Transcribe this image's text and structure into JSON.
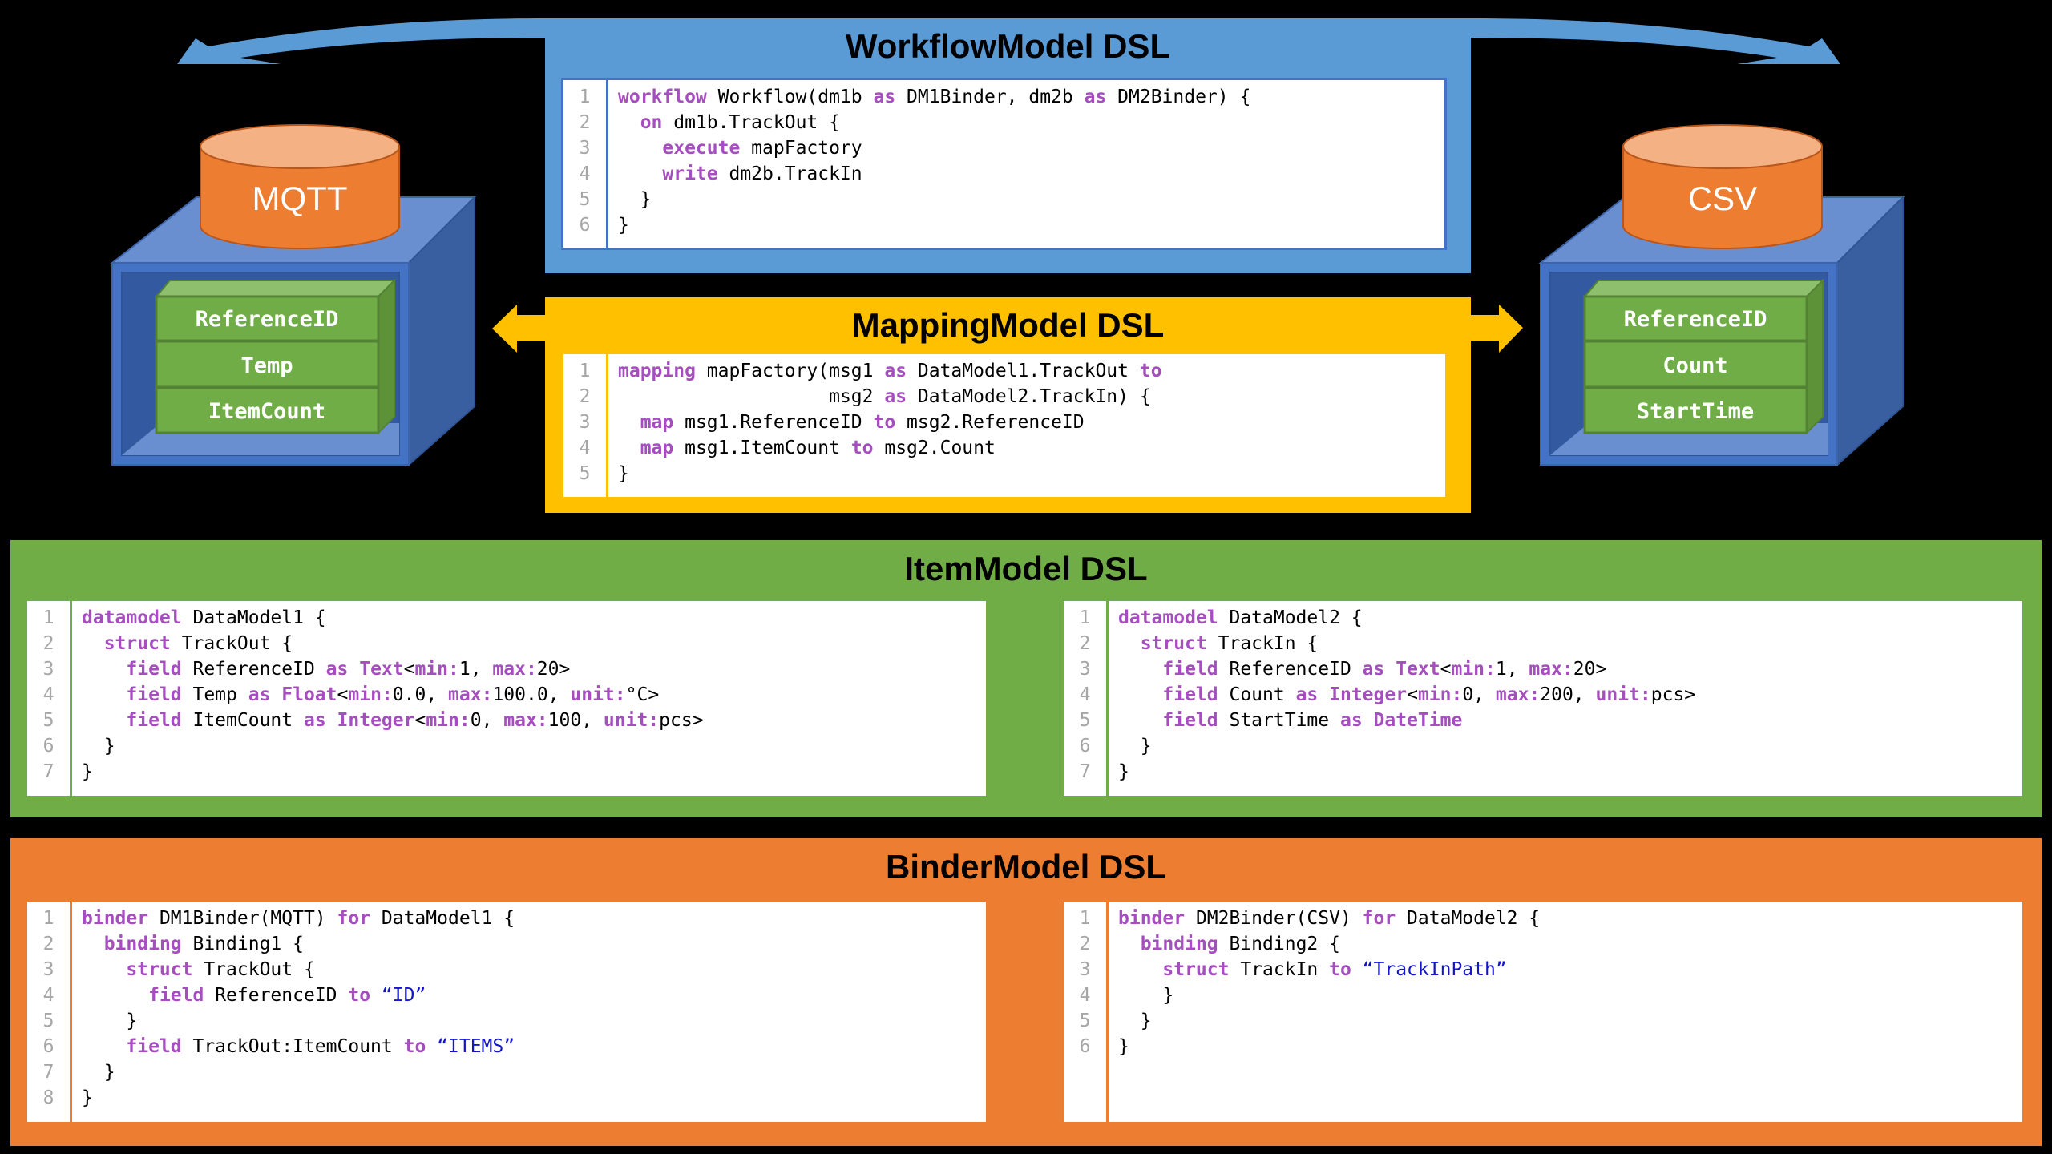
{
  "colors": {
    "workflow": "#5B9BD5",
    "mapping": "#FFC000",
    "item": "#70AD47",
    "binder": "#ED7D31",
    "keyword": "#A64DBF",
    "string": "#1515C8",
    "line_number": "#A6A6A6"
  },
  "left_store": {
    "label": "MQTT",
    "fields": [
      "ReferenceID",
      "Temp",
      "ItemCount"
    ]
  },
  "right_store": {
    "label": "CSV",
    "fields": [
      "ReferenceID",
      "Count",
      "StartTime"
    ]
  },
  "workflow": {
    "title": "WorkflowModel DSL",
    "lines": [
      [
        {
          "k": "workflow"
        },
        {
          "t": " Workflow(dm1b "
        },
        {
          "k": "as"
        },
        {
          "t": " DM1Binder, dm2b "
        },
        {
          "k": "as"
        },
        {
          "t": " DM2Binder) {"
        }
      ],
      [
        {
          "t": "  "
        },
        {
          "k": "on"
        },
        {
          "t": " dm1b.TrackOut {"
        }
      ],
      [
        {
          "t": "    "
        },
        {
          "k": "execute"
        },
        {
          "t": " mapFactory"
        }
      ],
      [
        {
          "t": "    "
        },
        {
          "k": "write"
        },
        {
          "t": " dm2b.TrackIn"
        }
      ],
      [
        {
          "t": "  }"
        }
      ],
      [
        {
          "t": "}"
        }
      ]
    ]
  },
  "mapping": {
    "title": "MappingModel DSL",
    "lines": [
      [
        {
          "k": "mapping"
        },
        {
          "t": " mapFactory(msg1 "
        },
        {
          "k": "as"
        },
        {
          "t": " DataModel1.TrackOut "
        },
        {
          "k": "to"
        }
      ],
      [
        {
          "t": "                   msg2 "
        },
        {
          "k": "as"
        },
        {
          "t": " DataModel2.TrackIn) {"
        }
      ],
      [
        {
          "t": "  "
        },
        {
          "k": "map"
        },
        {
          "t": " msg1.ReferenceID "
        },
        {
          "k": "to"
        },
        {
          "t": " msg2.ReferenceID"
        }
      ],
      [
        {
          "t": "  "
        },
        {
          "k": "map"
        },
        {
          "t": " msg1.ItemCount "
        },
        {
          "k": "to"
        },
        {
          "t": " msg2.Count"
        }
      ],
      [
        {
          "t": "}"
        }
      ]
    ]
  },
  "item": {
    "title": "ItemModel DSL",
    "left": {
      "lines": [
        [
          {
            "k": "datamodel"
          },
          {
            "t": " DataModel1 {"
          }
        ],
        [
          {
            "t": "  "
          },
          {
            "k": "struct"
          },
          {
            "t": " TrackOut {"
          }
        ],
        [
          {
            "t": "    "
          },
          {
            "k": "field"
          },
          {
            "t": " ReferenceID "
          },
          {
            "k": "as"
          },
          {
            "t": " "
          },
          {
            "k": "Text"
          },
          {
            "t": "<"
          },
          {
            "k": "min:"
          },
          {
            "t": "1, "
          },
          {
            "k": "max:"
          },
          {
            "t": "20>"
          }
        ],
        [
          {
            "t": "    "
          },
          {
            "k": "field"
          },
          {
            "t": " Temp "
          },
          {
            "k": "as"
          },
          {
            "t": " "
          },
          {
            "k": "Float"
          },
          {
            "t": "<"
          },
          {
            "k": "min:"
          },
          {
            "t": "0.0, "
          },
          {
            "k": "max:"
          },
          {
            "t": "100.0, "
          },
          {
            "k": "unit:"
          },
          {
            "t": "°C>"
          }
        ],
        [
          {
            "t": "    "
          },
          {
            "k": "field"
          },
          {
            "t": " ItemCount "
          },
          {
            "k": "as"
          },
          {
            "t": " "
          },
          {
            "k": "Integer"
          },
          {
            "t": "<"
          },
          {
            "k": "min:"
          },
          {
            "t": "0, "
          },
          {
            "k": "max:"
          },
          {
            "t": "100, "
          },
          {
            "k": "unit:"
          },
          {
            "t": "pcs>"
          }
        ],
        [
          {
            "t": "  }"
          }
        ],
        [
          {
            "t": "}"
          }
        ]
      ]
    },
    "right": {
      "lines": [
        [
          {
            "k": "datamodel"
          },
          {
            "t": " DataModel2 {"
          }
        ],
        [
          {
            "t": "  "
          },
          {
            "k": "struct"
          },
          {
            "t": " TrackIn {"
          }
        ],
        [
          {
            "t": "    "
          },
          {
            "k": "field"
          },
          {
            "t": " ReferenceID "
          },
          {
            "k": "as"
          },
          {
            "t": " "
          },
          {
            "k": "Text"
          },
          {
            "t": "<"
          },
          {
            "k": "min:"
          },
          {
            "t": "1, "
          },
          {
            "k": "max:"
          },
          {
            "t": "20>"
          }
        ],
        [
          {
            "t": "    "
          },
          {
            "k": "field"
          },
          {
            "t": " Count "
          },
          {
            "k": "as"
          },
          {
            "t": " "
          },
          {
            "k": "Integer"
          },
          {
            "t": "<"
          },
          {
            "k": "min:"
          },
          {
            "t": "0, "
          },
          {
            "k": "max:"
          },
          {
            "t": "200, "
          },
          {
            "k": "unit:"
          },
          {
            "t": "pcs>"
          }
        ],
        [
          {
            "t": "    "
          },
          {
            "k": "field"
          },
          {
            "t": " StartTime "
          },
          {
            "k": "as"
          },
          {
            "t": " "
          },
          {
            "k": "DateTime"
          }
        ],
        [
          {
            "t": "  }"
          }
        ],
        [
          {
            "t": "}"
          }
        ]
      ]
    }
  },
  "binder": {
    "title": "BinderModel DSL",
    "left": {
      "lines": [
        [
          {
            "k": "binder"
          },
          {
            "t": " DM1Binder(MQTT) "
          },
          {
            "k": "for"
          },
          {
            "t": " DataModel1 {"
          }
        ],
        [
          {
            "t": "  "
          },
          {
            "k": "binding"
          },
          {
            "t": " Binding1 {"
          }
        ],
        [
          {
            "t": "    "
          },
          {
            "k": "struct"
          },
          {
            "t": " TrackOut {"
          }
        ],
        [
          {
            "t": "      "
          },
          {
            "k": "field"
          },
          {
            "t": " ReferenceID "
          },
          {
            "k": "to"
          },
          {
            "t": " "
          },
          {
            "s": "“ID”"
          }
        ],
        [
          {
            "t": "    }"
          }
        ],
        [
          {
            "t": "    "
          },
          {
            "k": "field"
          },
          {
            "t": " TrackOut:ItemCount "
          },
          {
            "k": "to"
          },
          {
            "t": " "
          },
          {
            "s": "“ITEMS”"
          }
        ],
        [
          {
            "t": "  }"
          }
        ],
        [
          {
            "t": "}"
          }
        ]
      ]
    },
    "right": {
      "lines": [
        [
          {
            "k": "binder"
          },
          {
            "t": " DM2Binder(CSV) "
          },
          {
            "k": "for"
          },
          {
            "t": " DataModel2 {"
          }
        ],
        [
          {
            "t": "  "
          },
          {
            "k": "binding"
          },
          {
            "t": " Binding2 {"
          }
        ],
        [
          {
            "t": "    "
          },
          {
            "k": "struct"
          },
          {
            "t": " TrackIn "
          },
          {
            "k": "to"
          },
          {
            "t": " "
          },
          {
            "s": "“TrackInPath”"
          }
        ],
        [
          {
            "t": "    }"
          }
        ],
        [
          {
            "t": "  }"
          }
        ],
        [
          {
            "t": "}"
          }
        ]
      ]
    }
  }
}
